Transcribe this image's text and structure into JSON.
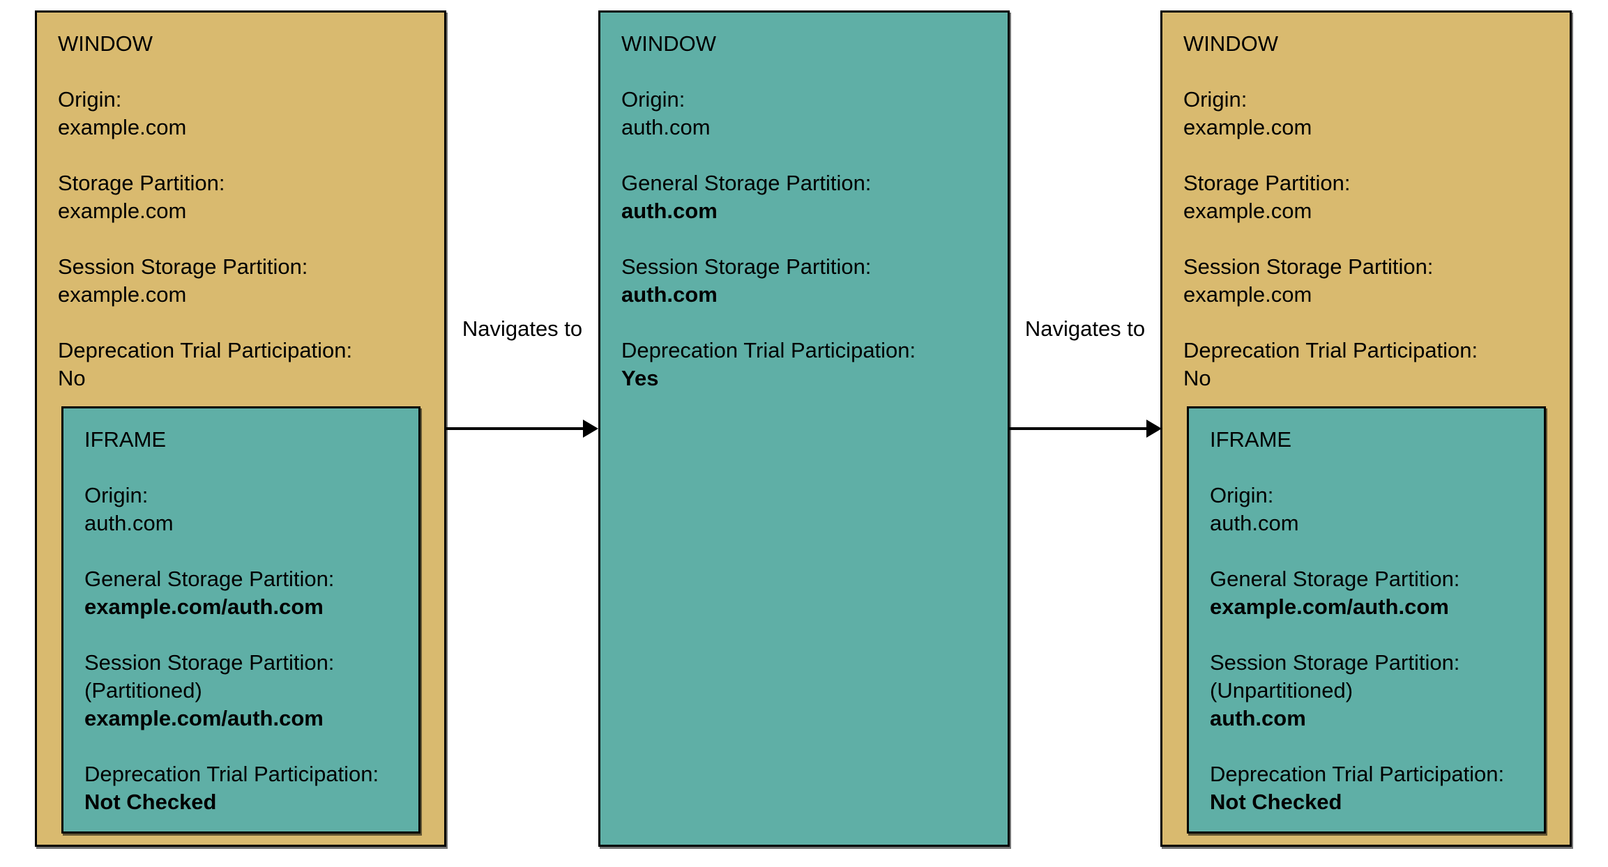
{
  "colors": {
    "window_fill": "#D9BA6F",
    "iframe_fill": "#5FAFA6",
    "border": "#000000",
    "background": "#FFFFFF"
  },
  "panels": [
    {
      "title": "WINDOW",
      "origin_label": "Origin:",
      "origin_value": "example.com",
      "storage_label": "Storage Partition:",
      "storage_value": "example.com",
      "session_label": "Session Storage Partition:",
      "session_value": "example.com",
      "trial_label": "Deprecation Trial Participation:",
      "trial_value": "No",
      "iframe": {
        "title": "IFRAME",
        "origin_label": "Origin:",
        "origin_value": "auth.com",
        "general_label": "General Storage Partition:",
        "general_value": "example.com/auth.com",
        "session_label": "Session Storage Partition:",
        "session_note": "(Partitioned)",
        "session_value": "example.com/auth.com",
        "trial_label": "Deprecation Trial Participation:",
        "trial_value": "Not Checked"
      }
    },
    {
      "title": "WINDOW",
      "origin_label": "Origin:",
      "origin_value": "auth.com",
      "general_label": "General Storage Partition:",
      "general_value": "auth.com",
      "session_label": "Session Storage Partition:",
      "session_value": "auth.com",
      "trial_label": "Deprecation Trial Participation:",
      "trial_value": "Yes"
    },
    {
      "title": "WINDOW",
      "origin_label": "Origin:",
      "origin_value": "example.com",
      "storage_label": "Storage Partition:",
      "storage_value": "example.com",
      "session_label": "Session Storage Partition:",
      "session_value": "example.com",
      "trial_label": "Deprecation Trial Participation:",
      "trial_value": "No",
      "iframe": {
        "title": "IFRAME",
        "origin_label": "Origin:",
        "origin_value": "auth.com",
        "general_label": "General Storage Partition:",
        "general_value": "example.com/auth.com",
        "session_label": "Session Storage Partition:",
        "session_note": "(Unpartitioned)",
        "session_value": "auth.com",
        "trial_label": "Deprecation Trial Participation:",
        "trial_value": "Not Checked"
      }
    }
  ],
  "arrows": [
    {
      "label": "Navigates to"
    },
    {
      "label": "Navigates to"
    }
  ]
}
